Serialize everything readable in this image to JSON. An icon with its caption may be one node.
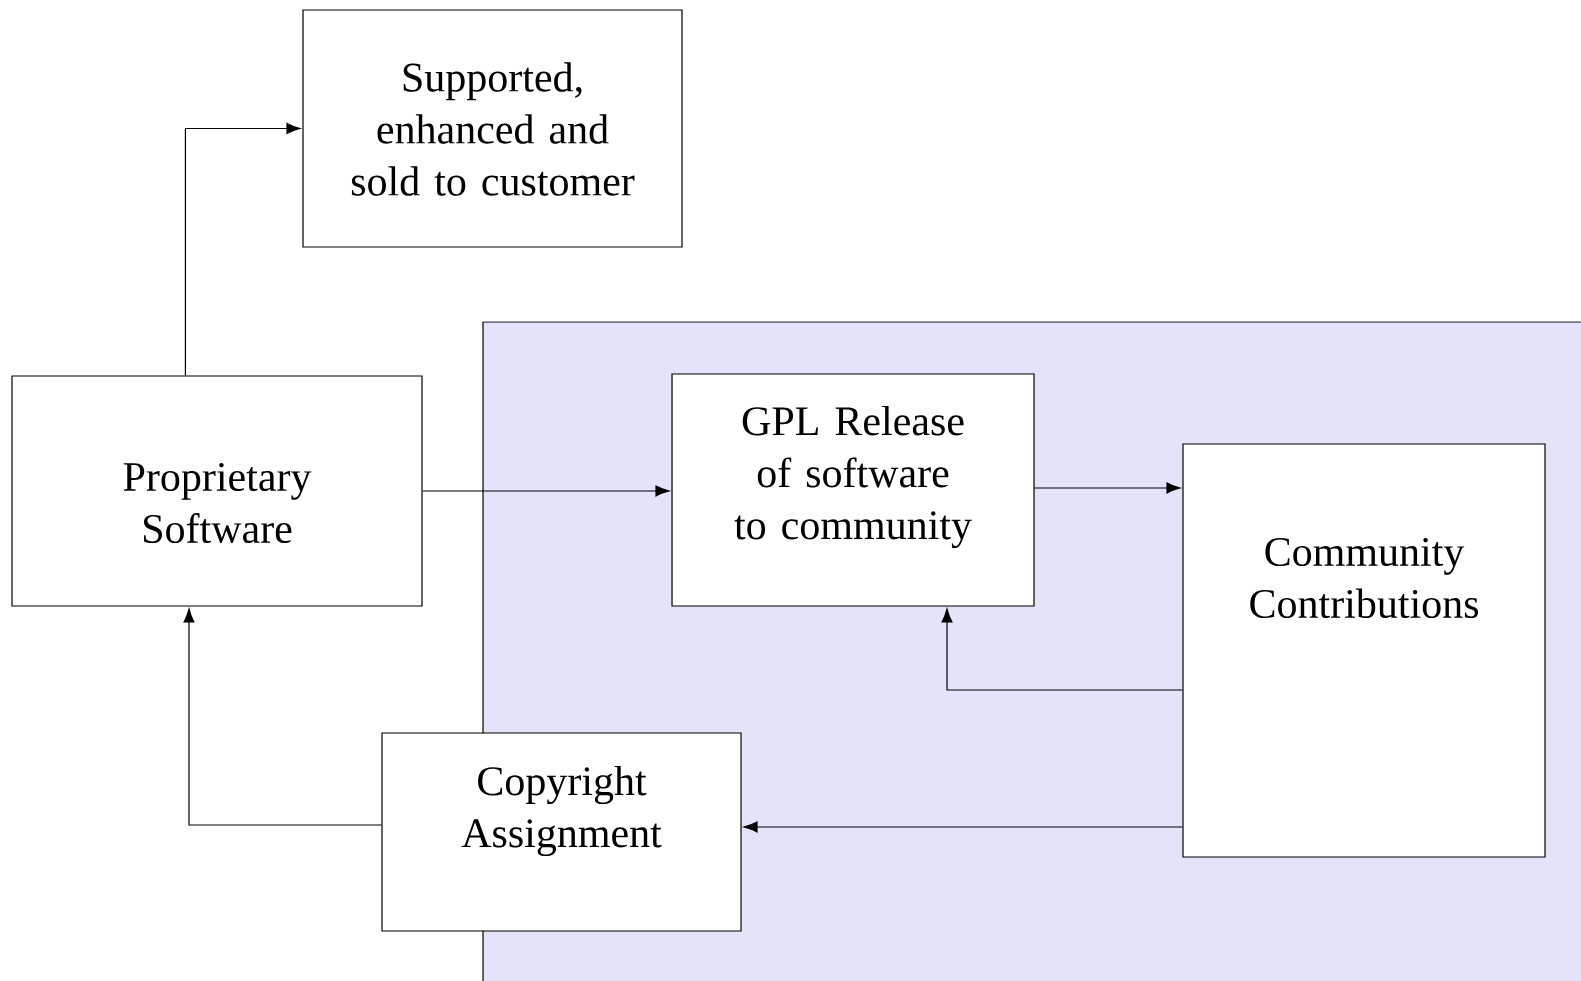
{
  "diagram": {
    "nodes": [
      {
        "text": [
          "Supported, enhanced and sold to customer"
        ]
      },
      {
        "text": [
          "Proprietary Software"
        ]
      },
      {
        "text": [
          "GPL Release of software to community"
        ]
      },
      {
        "text": [
          "Community Contributions"
        ]
      },
      {
        "text": [
          "Copyright Assignment"
        ]
      }
    ],
    "edges": [
      {
        "from": 1,
        "to": 0,
        "arrow": "to"
      },
      {
        "from": 1,
        "to": 2,
        "arrow": "to"
      },
      {
        "from": 2,
        "to": 3,
        "arrow": "to"
      },
      {
        "from": 3,
        "to": 2,
        "arrow": "to"
      },
      {
        "from": 3,
        "to": 4,
        "arrow": "to"
      },
      {
        "from": 4,
        "to": 1,
        "arrow": "to"
      }
    ]
  }
}
